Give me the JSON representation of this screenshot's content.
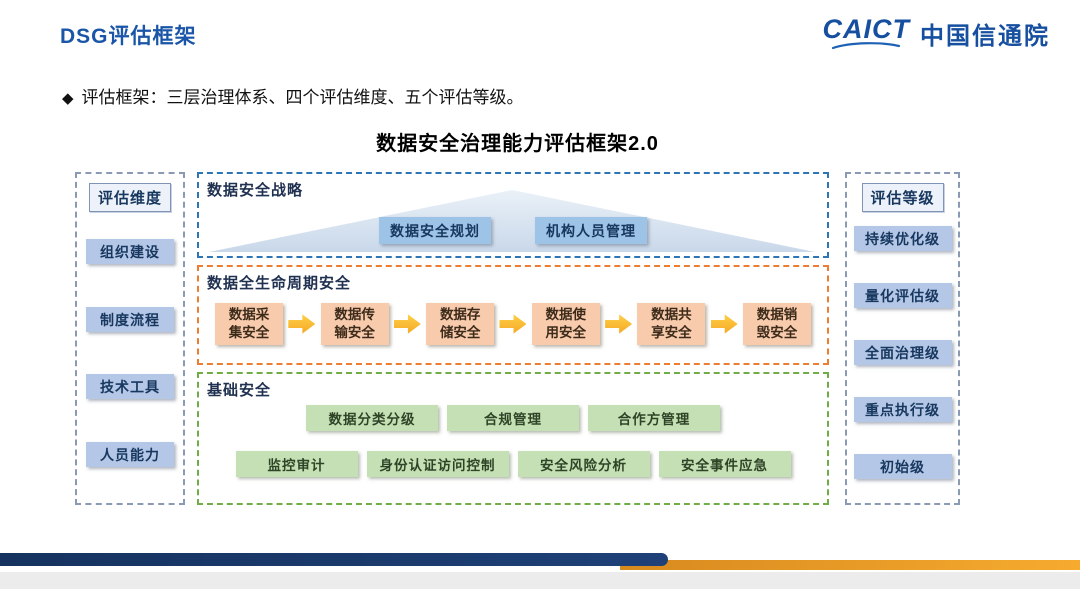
{
  "header": {
    "title": "DSG评估框架",
    "logo_brand": "CAICT",
    "logo_name": "中国信通院"
  },
  "intro": {
    "bullet": "◆",
    "text": "评估框架：三层治理体系、四个评估维度、五个评估等级。"
  },
  "diagram": {
    "title": "数据安全治理能力评估框架2.0",
    "dimensions": {
      "header": "评估维度",
      "items": [
        "组织建设",
        "制度流程",
        "技术工具",
        "人员能力"
      ]
    },
    "strategy": {
      "label": "数据安全战略",
      "items": [
        "数据安全规划",
        "机构人员管理"
      ]
    },
    "lifecycle": {
      "label": "数据全生命周期安全",
      "items": [
        "数据采集安全",
        "数据传输安全",
        "数据存储安全",
        "数据使用安全",
        "数据共享安全",
        "数据销毁安全"
      ]
    },
    "basic": {
      "label": "基础安全",
      "row1": [
        "数据分类分级",
        "合规管理",
        "合作方管理"
      ],
      "row2": [
        "监控审计",
        "身份认证访问控制",
        "安全风险分析",
        "安全事件应急"
      ]
    },
    "levels": {
      "header": "评估等级",
      "items": [
        "持续优化级",
        "量化评估级",
        "全面治理级",
        "重点执行级",
        "初始级"
      ]
    }
  },
  "colors": {
    "title_blue": "#1A56A8",
    "logo_blue": "#164FA0",
    "navy_text": "#17375E",
    "panel_border": "#8A9AB5",
    "side_item_fill": "#B4C7E7",
    "strategy_border": "#2E75B6",
    "strategy_box_fill": "#9DC3E6",
    "pyramid_fill": "#C9D8EA",
    "lifecycle_border": "#ED7D31",
    "lifecycle_box_fill": "#F8CBAD",
    "arrow_yellow": "#F5A623",
    "basic_border": "#70AD47",
    "basic_box_fill": "#C5E0B4",
    "bar_navy": "#16335F",
    "bar_orange": "#F6AB2F"
  }
}
